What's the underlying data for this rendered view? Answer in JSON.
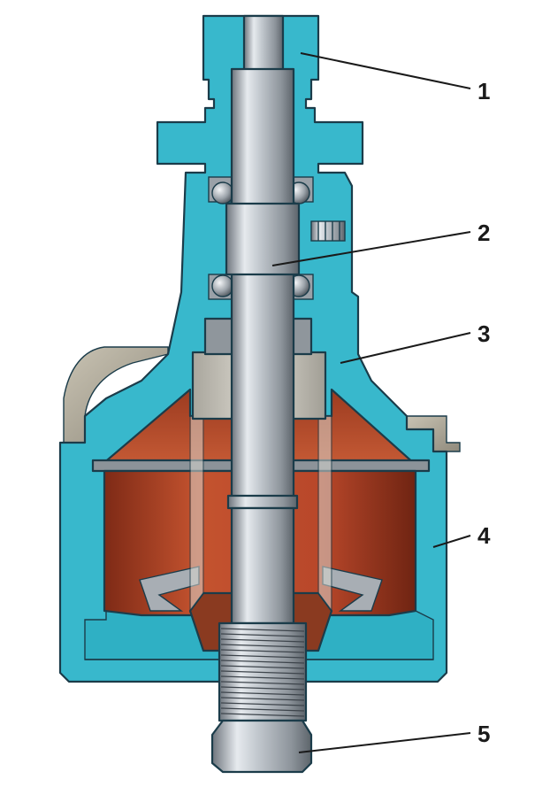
{
  "colors": {
    "housing": "#38b8cc",
    "housing_dark": "#1e8fa3",
    "rotor": "#b8472a",
    "rotor_dark": "#7e2a16",
    "shaft": "#b9bfc6",
    "bushing": "#c9c6bd",
    "background": "#ffffff"
  },
  "callouts": [
    {
      "id": "1",
      "label": "1"
    },
    {
      "id": "2",
      "label": "2"
    },
    {
      "id": "3",
      "label": "3"
    },
    {
      "id": "4",
      "label": "4"
    },
    {
      "id": "5",
      "label": "5"
    }
  ]
}
